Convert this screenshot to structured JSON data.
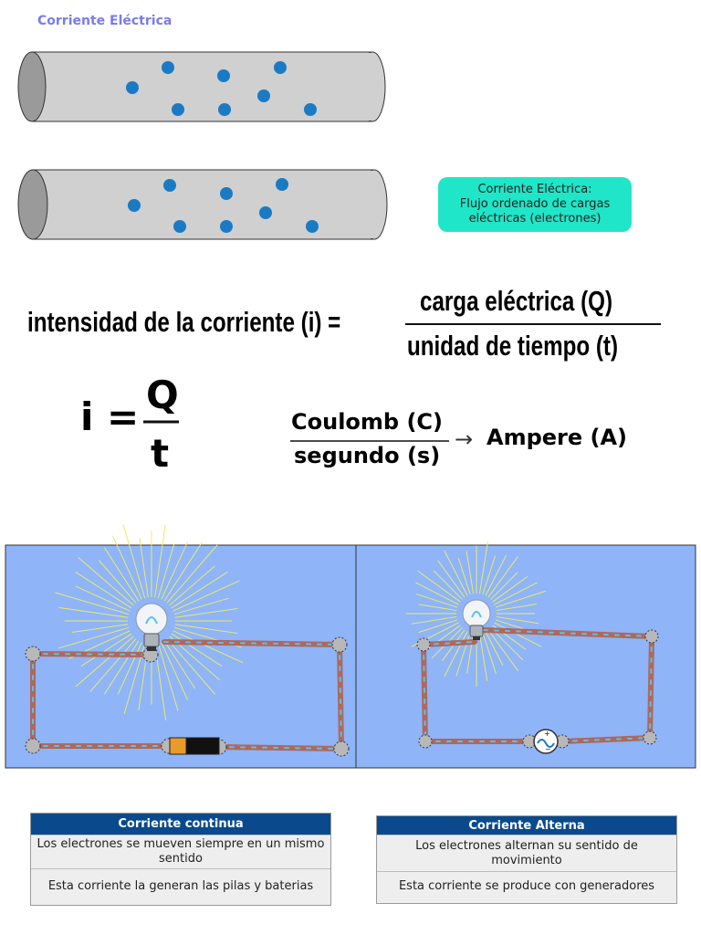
{
  "title": "Corriente Eléctrica",
  "definition": {
    "line1": "Corriente Eléctrica:",
    "line2": "Flujo ordenado de cargas",
    "line3": "eléctricas (electrones)"
  },
  "formula1": {
    "lhs": "intensidad de la corriente (i) =",
    "numerator": "carga eléctrica (Q)",
    "denominator": "unidad de tiempo (t)"
  },
  "formula2": {
    "lhs": "i =",
    "numerator": "Q",
    "denominator": "t"
  },
  "units": {
    "numerator": "Coulomb (C)",
    "denominator": "segundo (s)",
    "arrow": "→",
    "result": "Ampere (A)"
  },
  "colors": {
    "electron": "#1a7bc4",
    "wire": "#b0685a",
    "panel_bg": "#8fb4f8",
    "table_header": "#0a4a8c",
    "definition_bg": "#1fe6c8"
  },
  "tables": {
    "dc": {
      "header": "Corriente continua",
      "row1": "Los electrones se mueven siempre en un mismo sentido",
      "row2": "Esta corriente la generan las pilas y baterias"
    },
    "ac": {
      "header": "Corriente Alterna",
      "row1": "Los electrones alternan su sentido de movimiento",
      "row2": "Esta corriente se produce con generadores"
    }
  }
}
